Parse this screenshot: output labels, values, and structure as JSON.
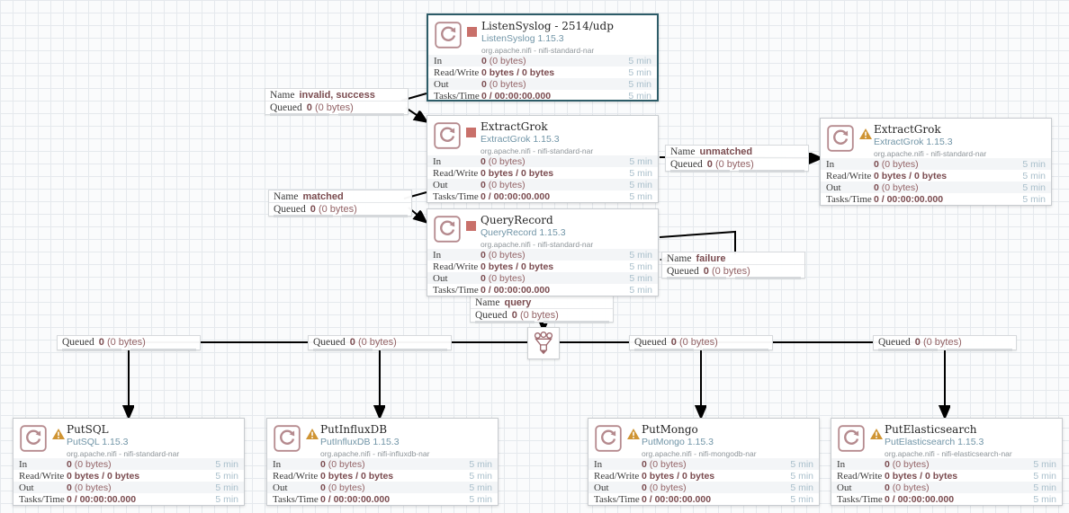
{
  "app": "Apache NiFi flow canvas",
  "canvas": {
    "background": "#fafbfc",
    "grid_line": "#e5e9ed"
  },
  "colors": {
    "selected_border": "#2d5c68",
    "stopped_status": "#c9706a",
    "invalid_status": "#cf9433",
    "stat_value": "#7a4b4f",
    "type_version_text": "#7195a7",
    "time_window_text": "#a9bfcb",
    "icon_accent": "#b58a8e"
  },
  "strings": {
    "name_key": "Name",
    "queued_key": "Queued"
  },
  "stats_rows": [
    {
      "key": "in",
      "label": "In",
      "bold": "0",
      "rest": "(0 bytes)",
      "time": "5 min"
    },
    {
      "key": "read-write",
      "label": "Read/Write",
      "bold": "0 bytes / 0 bytes",
      "rest": "",
      "time": "5 min"
    },
    {
      "key": "out",
      "label": "Out",
      "bold": "0",
      "rest": "(0 bytes)",
      "time": "5 min"
    },
    {
      "key": "tasks-time",
      "label": "Tasks/Time",
      "bold": "0 / 00:00:00.000",
      "rest": "",
      "time": "5 min"
    }
  ],
  "processors": [
    {
      "id": "listensyslog",
      "name": "ListenSyslog - 2514/udp",
      "type": "ListenSyslog 1.15.3",
      "bundle": "org.apache.nifi - nifi-standard-nar",
      "status": "stopped",
      "selected": true
    },
    {
      "id": "extractgrok1",
      "name": "ExtractGrok",
      "type": "ExtractGrok 1.15.3",
      "bundle": "org.apache.nifi - nifi-standard-nar",
      "status": "stopped",
      "selected": false
    },
    {
      "id": "queryrecord",
      "name": "QueryRecord",
      "type": "QueryRecord 1.15.3",
      "bundle": "org.apache.nifi - nifi-standard-nar",
      "status": "stopped",
      "selected": false
    },
    {
      "id": "extractgrok2",
      "name": "ExtractGrok",
      "type": "ExtractGrok 1.15.3",
      "bundle": "org.apache.nifi - nifi-standard-nar",
      "status": "invalid",
      "selected": false
    },
    {
      "id": "putsql",
      "name": "PutSQL",
      "type": "PutSQL 1.15.3",
      "bundle": "org.apache.nifi - nifi-standard-nar",
      "status": "invalid",
      "selected": false
    },
    {
      "id": "putinfluxdb",
      "name": "PutInfluxDB",
      "type": "PutInfluxDB 1.15.3",
      "bundle": "org.apache.nifi - nifi-influxdb-nar",
      "status": "invalid",
      "selected": false
    },
    {
      "id": "putmongo",
      "name": "PutMongo",
      "type": "PutMongo 1.15.3",
      "bundle": "org.apache.nifi - nifi-mongodb-nar",
      "status": "invalid",
      "selected": false
    },
    {
      "id": "putelasticsearch",
      "name": "PutElasticsearch",
      "type": "PutElasticsearch 1.15.3",
      "bundle": "org.apache.nifi - nifi-elasticsearch-nar",
      "status": "invalid",
      "selected": false
    }
  ],
  "connection_labels": [
    {
      "id": "invalid-success",
      "name": "invalid, success",
      "queued_bold": "0",
      "queued_rest": "(0 bytes)"
    },
    {
      "id": "matched",
      "name": "matched",
      "queued_bold": "0",
      "queued_rest": "(0 bytes)"
    },
    {
      "id": "unmatched",
      "name": "unmatched",
      "queued_bold": "0",
      "queued_rest": "(0 bytes)"
    },
    {
      "id": "failure",
      "name": "failure",
      "queued_bold": "0",
      "queued_rest": "(0 bytes)"
    },
    {
      "id": "query",
      "name": "query",
      "queued_bold": "0",
      "queued_rest": "(0 bytes)"
    },
    {
      "id": "queued-1",
      "name": null,
      "queued_bold": "0",
      "queued_rest": "(0 bytes)"
    },
    {
      "id": "queued-2",
      "name": null,
      "queued_bold": "0",
      "queued_rest": "(0 bytes)"
    },
    {
      "id": "queued-3",
      "name": null,
      "queued_bold": "0",
      "queued_rest": "(0 bytes)"
    },
    {
      "id": "queued-4",
      "name": null,
      "queued_bold": "0",
      "queued_rest": "(0 bytes)"
    }
  ]
}
